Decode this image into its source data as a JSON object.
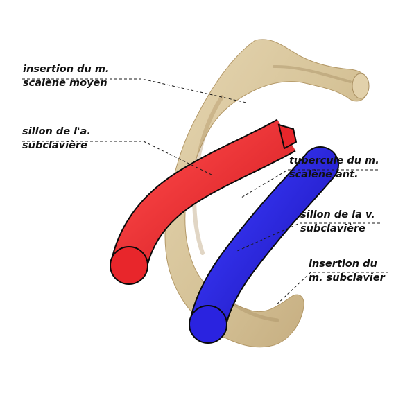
{
  "labels": {
    "scalene_moyen": {
      "line1": "insertion du m.",
      "line2": "scalène moyen"
    },
    "artery_groove": {
      "line1": "sillon de l'a.",
      "line2": "subclavière"
    },
    "scalene_ant": {
      "line1": "tubercule du m.",
      "line2": "scalène ant."
    },
    "vein_groove": {
      "line1": "sillon de la v.",
      "line2": "subclavière"
    },
    "subclavius": {
      "line1": "insertion du",
      "line2": "m. subclavier"
    }
  },
  "colors": {
    "bone": "#d8c59d",
    "bone_shadow": "#b49a6c",
    "artery": "#e8262b",
    "vein": "#2a23e0",
    "outline": "#0a0a0a"
  }
}
